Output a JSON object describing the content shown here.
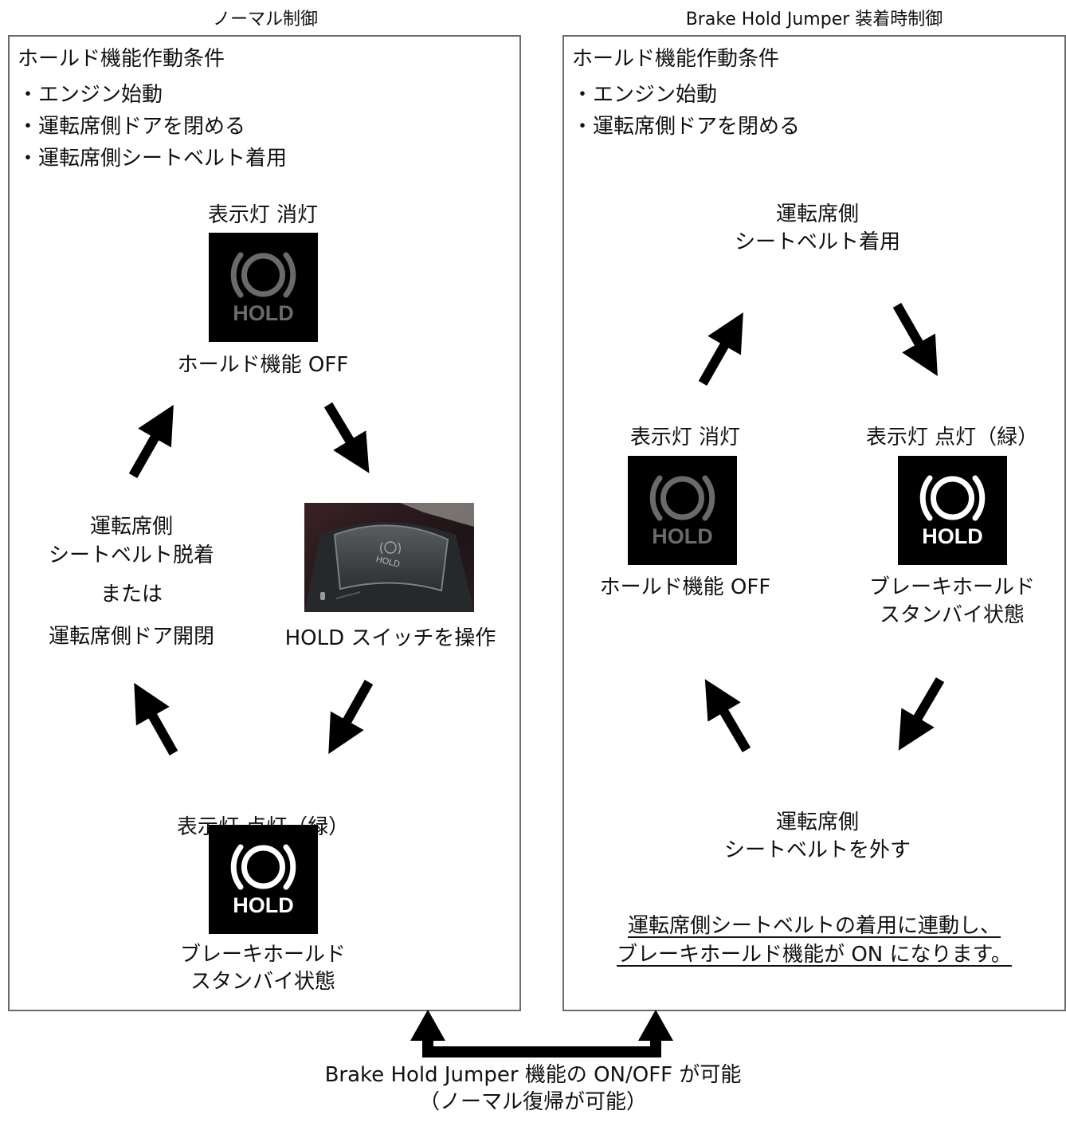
{
  "left": {
    "title": "ノーマル制御",
    "conditions_header": "ホールド機能作動条件",
    "conditions": [
      "・エンジン始動",
      "・運転席側ドアを閉める",
      "・運転席側シートベルト着用"
    ],
    "off_indicator_label": "表示灯 消灯",
    "off_state_label": "ホールド機能 OFF",
    "switch_label": "HOLD スイッチを操作",
    "on_indicator_label": "表示灯 点灯（緑）",
    "on_state_line1": "ブレーキホールド",
    "on_state_line2": "スタンバイ状態",
    "release_line1": "運転席側",
    "release_line2": "シートベルト脱着",
    "release_or": "または",
    "release_line3": "運転席側ドア開閉"
  },
  "right": {
    "title": "Brake Hold Jumper 装着時制御",
    "conditions_header": "ホールド機能作動条件",
    "conditions": [
      "・エンジン始動",
      "・運転席側ドアを閉める"
    ],
    "fasten_line1": "運転席側",
    "fasten_line2": "シートベルト着用",
    "off_indicator_label": "表示灯 消灯",
    "off_state_label": "ホールド機能 OFF",
    "on_indicator_label": "表示灯 点灯（緑）",
    "on_state_line1": "ブレーキホールド",
    "on_state_line2": "スタンバイ状態",
    "unfasten_line1": "運転席側",
    "unfasten_line2": "シートベルトを外す",
    "note_line1": "運転席側シートベルトの着用に連動し、",
    "note_line2": "ブレーキホールド機能が ON になります。"
  },
  "indicator": {
    "text": "HOLD",
    "off_color": "#6a6a6a",
    "on_color": "#ffffff"
  },
  "bottom": {
    "line1": "Brake Hold Jumper 機能の ON/OFF が可能",
    "line2": "（ノーマル復帰が可能）"
  }
}
